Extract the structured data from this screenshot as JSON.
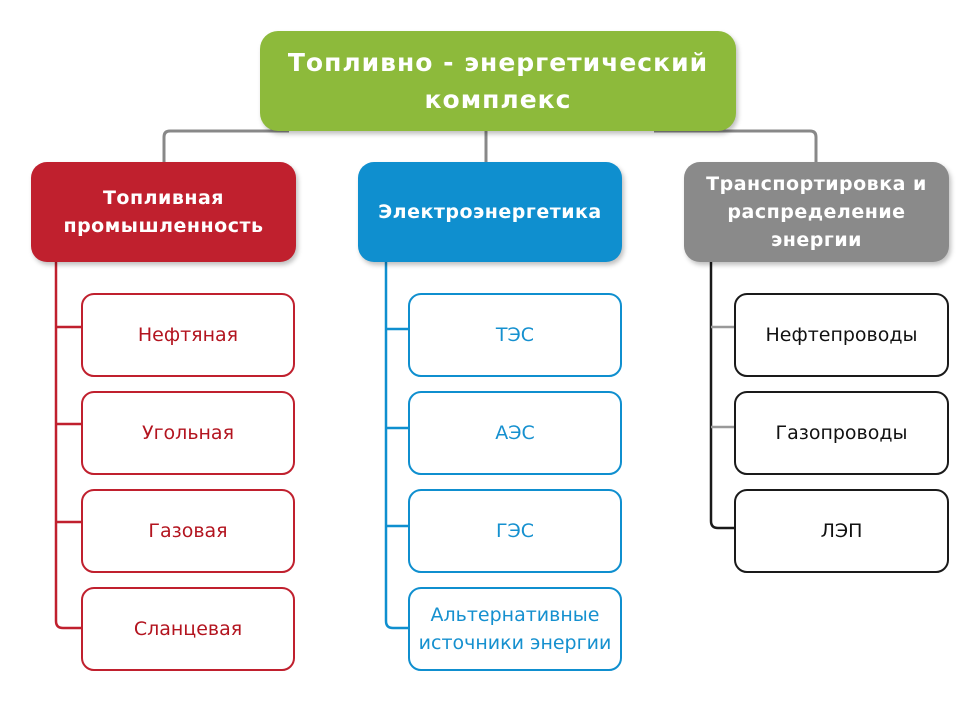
{
  "root": {
    "title": "Топливно - энергетический комплекс"
  },
  "categories": [
    {
      "title": "Топливная промышленность",
      "items": [
        "Нефтяная",
        "Угольная",
        "Газовая",
        "Сланцевая"
      ]
    },
    {
      "title": "Электроэнергетика",
      "items": [
        "ТЭС",
        "АЭС",
        "ГЭС",
        "Альтернативные источники энергии"
      ]
    },
    {
      "title": "Транспортировка и распределение энергии",
      "items": [
        "Нефтепроводы",
        "Газопроводы",
        "ЛЭП"
      ]
    }
  ],
  "colors": {
    "root": "#8dba3b",
    "fuel": "#c0202e",
    "electro": "#0f8fcf",
    "transport": "#8a8a8a",
    "connector": "#888888"
  }
}
